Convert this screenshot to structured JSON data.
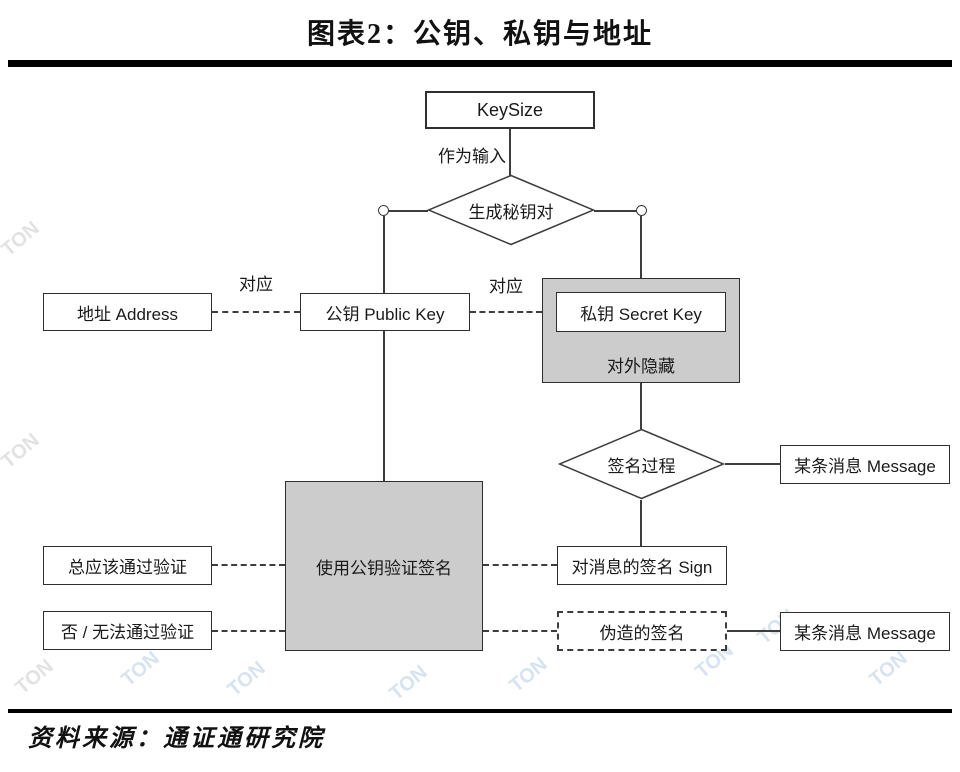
{
  "title": "图表2：公钥、私钥与地址",
  "source": "资料来源：通证通研究院",
  "colors": {
    "panel_gray": "#cccccc",
    "line": "#3d3d3d",
    "rule": "#000000"
  },
  "nodes": {
    "keysize": "KeySize",
    "gen_keypair": "生成秘钥对",
    "address": "地址 Address",
    "public_key": "公钥 Public Key",
    "secret_key": "私钥 Secret Key",
    "hidden_note": "对外隐藏",
    "sign_process": "签名过程",
    "message_top": "某条消息 Message",
    "verify_signature": "使用公钥验证签名",
    "always_pass": "总应该通过验证",
    "sign": "对消息的签名 Sign",
    "no_pass": "否 / 无法通过验证",
    "forged_signature": "伪造的签名",
    "message_bottom": "某条消息 Message"
  },
  "edge_labels": {
    "as_input": "作为输入",
    "correspond_left": "对应",
    "correspond_right": "对应"
  },
  "watermark_text": "TON"
}
